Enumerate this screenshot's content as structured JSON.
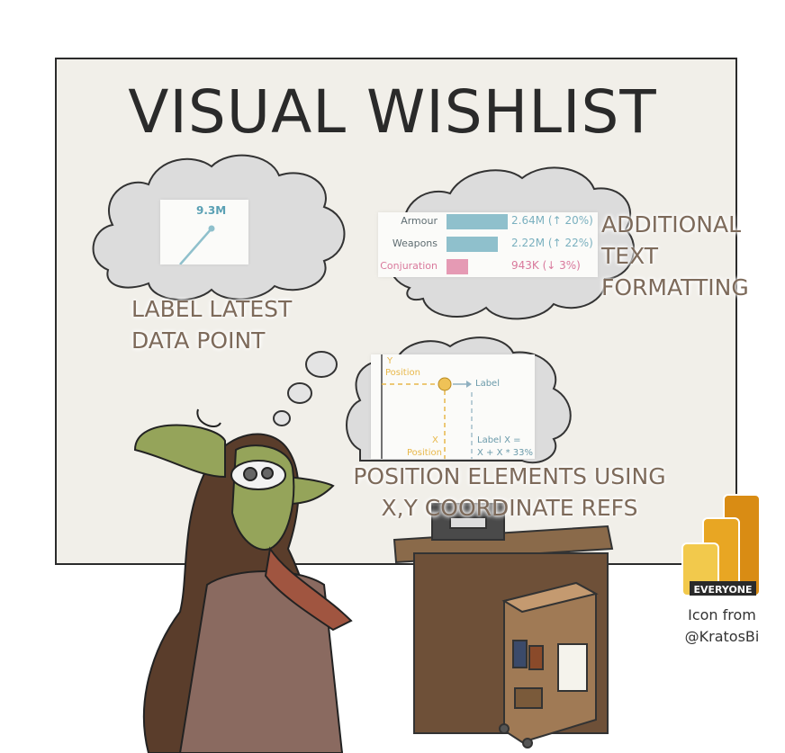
{
  "title": "VISUAL WISHLIST",
  "captions": {
    "label_latest": [
      "LABEL LATEST",
      "DATA POINT"
    ],
    "text_formatting": [
      "ADDITIONAL",
      "TEXT",
      "FORMATTING"
    ],
    "position": [
      "POSITION ELEMENTS USING",
      "X,Y COORDINATE REFS"
    ]
  },
  "sparkline": {
    "value_label": "9.3M"
  },
  "bars": [
    {
      "label": "Armour",
      "value": 2.64,
      "value_text": "2.64M (↑ 20%)",
      "color": "#8fc0cc",
      "text_color": "#7ab0bf"
    },
    {
      "label": "Weapons",
      "value": 2.22,
      "value_text": "2.22M (↑ 22%)",
      "color": "#8fc0cc",
      "text_color": "#7ab0bf"
    },
    {
      "label": "Conjuration",
      "value": 0.943,
      "value_text": "943K (↓ 3%)",
      "color": "#e59ab4",
      "text_color": "#d9799c",
      "label_color": "#d9799c"
    }
  ],
  "position_diagram": {
    "y_label": "Y",
    "y_position": "Position",
    "x_label": "X",
    "x_position": "Position",
    "arrow_label": "Label",
    "formula_line1": "Label X =",
    "formula_line2": "X + X * 33%"
  },
  "logo": {
    "badge": "EVERYONE",
    "colors": [
      "#f2c94c",
      "#e8a623",
      "#d98c14"
    ]
  },
  "credit": [
    "Icon from",
    "@KratosBi"
  ],
  "colors": {
    "board": "#f1efe9",
    "caption": "#7d6a5a",
    "accent_blue": "#8fc0cc",
    "accent_pink": "#e59ab4",
    "accent_gold": "#e8b84a"
  }
}
